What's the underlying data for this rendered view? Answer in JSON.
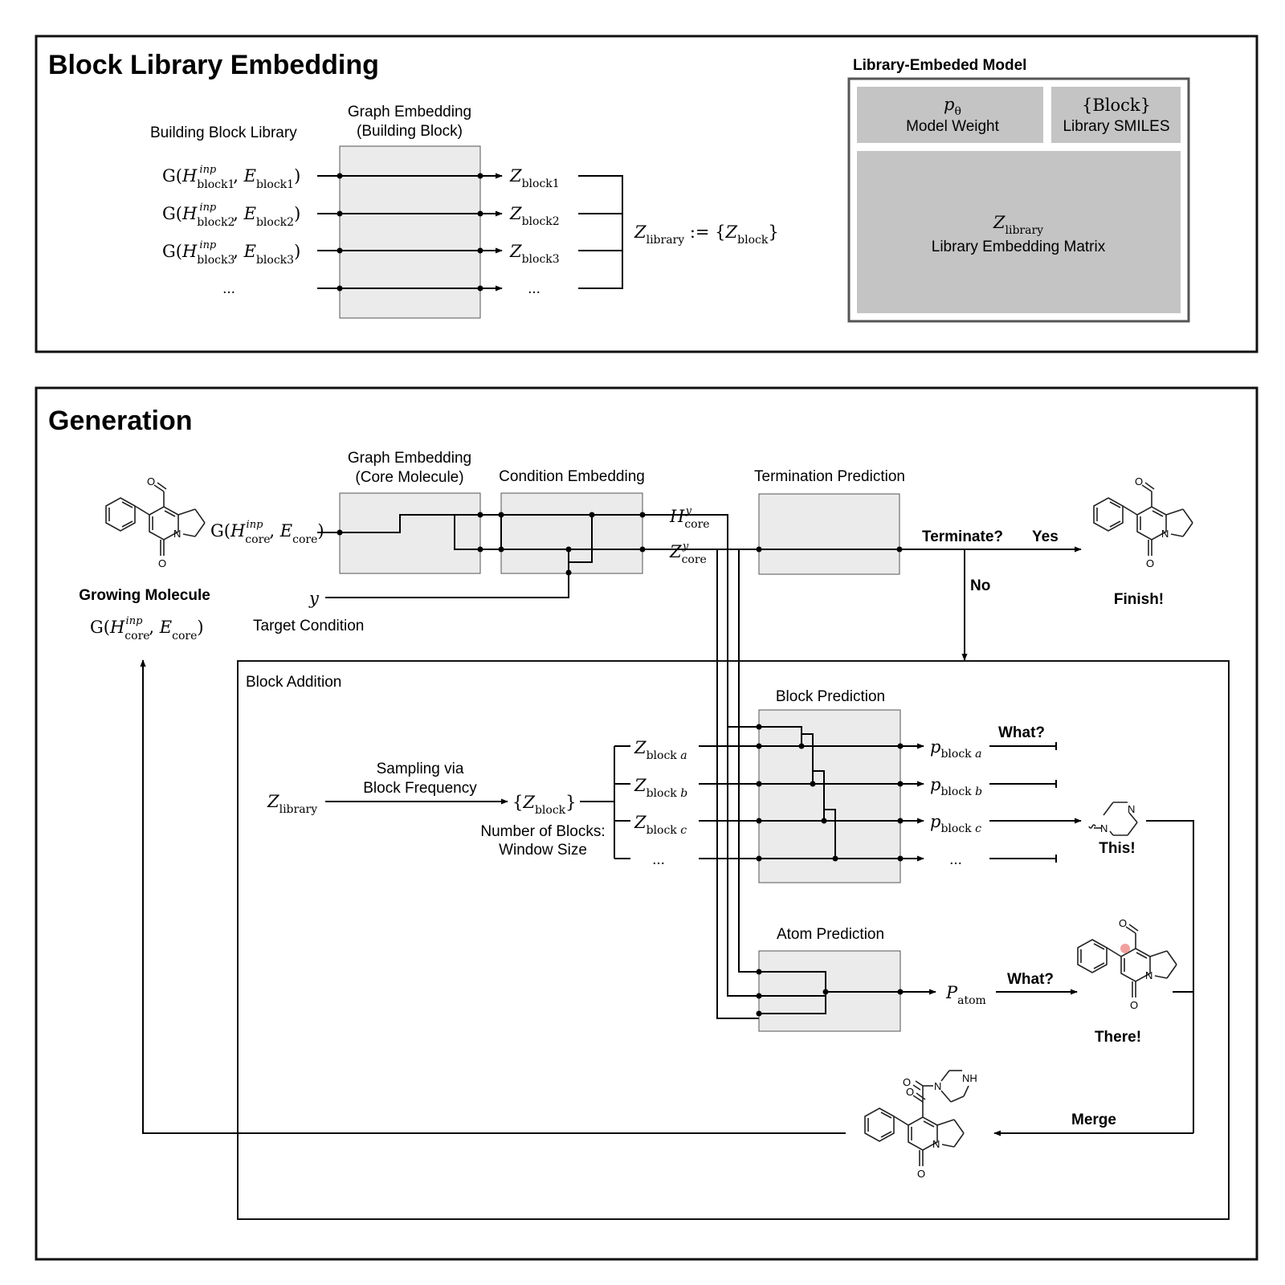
{
  "embedding": {
    "title": "Block Library Embedding",
    "library_title": "Building Block Library",
    "graph_embed": [
      "Graph Embedding",
      "(Building Block)"
    ],
    "inputs": [
      {
        "index": "1",
        "label": "G(H^inp_block1, E_block1)"
      },
      {
        "index": "2",
        "label": "G(H^inp_block2, E_block2)"
      },
      {
        "index": "3",
        "label": "G(H^inp_block3, E_block3)"
      }
    ],
    "ellipsis": "...",
    "outputs": [
      "Z_block1",
      "Z_block2",
      "Z_block3"
    ],
    "z_library_def": "Z_library := {Z_block}",
    "model": {
      "title": "Library-Embeded Model",
      "weight_symbol": "p_θ",
      "weight_label": "Model Weight",
      "smiles_symbol": "{Block}",
      "smiles_label": "Library SMILES",
      "matrix_symbol": "Z_library",
      "matrix_label": "Library Embedding Matrix"
    }
  },
  "generation": {
    "title": "Generation",
    "growing_molecule": "Growing Molecule",
    "core_graph": "G(H^inp_core, E_core)",
    "graph_embed": [
      "Graph Embedding",
      "(Core Molecule)"
    ],
    "condition_embed": "Condition Embedding",
    "termination": "Termination Prediction",
    "h_core": "H^y_core",
    "z_core": "Z^y_core",
    "y": "y",
    "target_condition": "Target Condition",
    "terminate_q": "Terminate?",
    "yes": "Yes",
    "no": "No",
    "finish": "Finish!",
    "block_addition": {
      "title": "Block Addition",
      "z_library": "Z_library",
      "sampling": [
        "Sampling via",
        "Block Frequency"
      ],
      "z_block_set": "{Z_block}",
      "window": [
        "Number of Blocks:",
        "Window Size"
      ],
      "block_prediction": "Block Prediction",
      "atom_prediction": "Atom Prediction",
      "z_blocks": [
        "a",
        "b",
        "c"
      ],
      "p_blocks": [
        "a",
        "b",
        "c"
      ],
      "p_atom": "P_atom",
      "what1": "What?",
      "what2": "What?",
      "this": "This!",
      "there": "There!",
      "merge": "Merge"
    }
  }
}
